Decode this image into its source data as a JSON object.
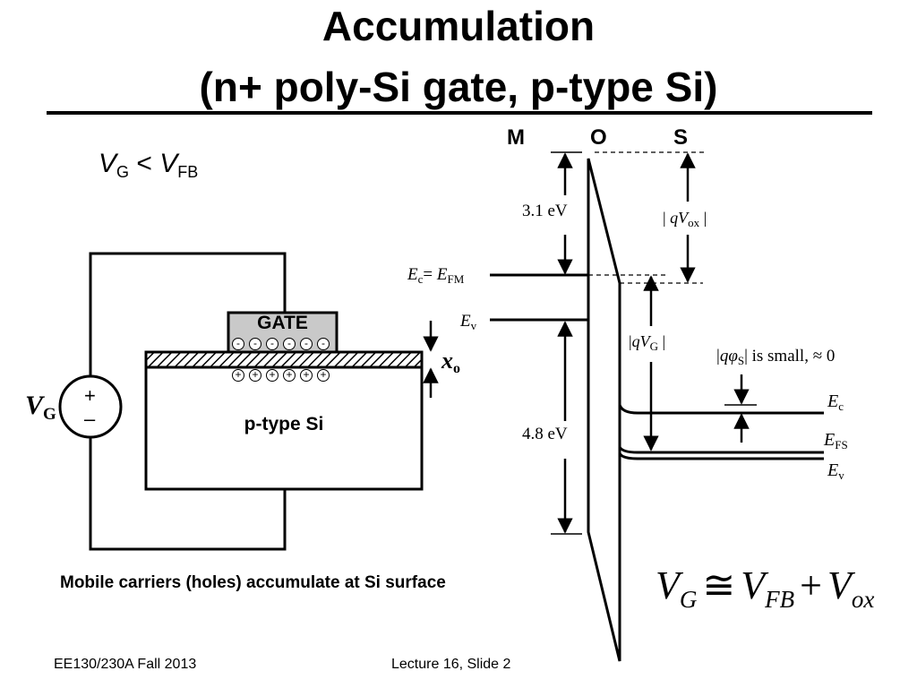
{
  "title": {
    "line1": "Accumulation",
    "line2": "(n+ poly-Si gate, p-type Si)"
  },
  "condition": {
    "v": "V",
    "sub1": "G",
    "lt": " < ",
    "v2": "V",
    "sub2": "FB"
  },
  "device": {
    "gate_label": "GATE",
    "substrate_label": "p-type Si",
    "source_symbol": "V",
    "source_sub": "G",
    "source_plus": "+",
    "source_minus": "–",
    "oxide_thickness": "x",
    "oxide_thickness_sub": "o",
    "gate_charges": [
      "-",
      "-",
      "-",
      "-",
      "-",
      "-"
    ],
    "surface_charges": [
      "+",
      "+",
      "+",
      "+",
      "+",
      "+"
    ]
  },
  "band": {
    "regions": [
      "M",
      "O",
      "S"
    ],
    "ec_efm": {
      "a": "E",
      "a_sub": "c",
      "eq": "= ",
      "b": "E",
      "b_sub": "FM"
    },
    "ev_metal": {
      "a": "E",
      "a_sub": "v"
    },
    "barrier_cb": "3.1 eV",
    "barrier_vb": "4.8 eV",
    "qvox": {
      "pre": "| ",
      "q": "q",
      "v": "V",
      "sub": "ox",
      "post": " |"
    },
    "qvg": {
      "pre": "|",
      "q": "q",
      "v": "V",
      "sub": "G",
      "post": " |"
    },
    "qphis": {
      "pre": "|",
      "q": "q",
      "phi": "φ",
      "sub": "S",
      "post": "| is small, ≈ 0"
    },
    "ec_si": {
      "a": "E",
      "a_sub": "c"
    },
    "efs": {
      "a": "E",
      "a_sub": "FS"
    },
    "ev_si": {
      "a": "E",
      "a_sub": "v"
    }
  },
  "equation": {
    "v1": "V",
    "s1": "G",
    "op1": "≅",
    "v2": "V",
    "s2": "FB",
    "op2": "+",
    "v3": "V",
    "s3": "ox"
  },
  "caption": "Mobile carriers (holes) accumulate at Si surface",
  "footer": {
    "course": "EE130/230A Fall 2013",
    "slide": "Lecture 16, Slide 2"
  }
}
